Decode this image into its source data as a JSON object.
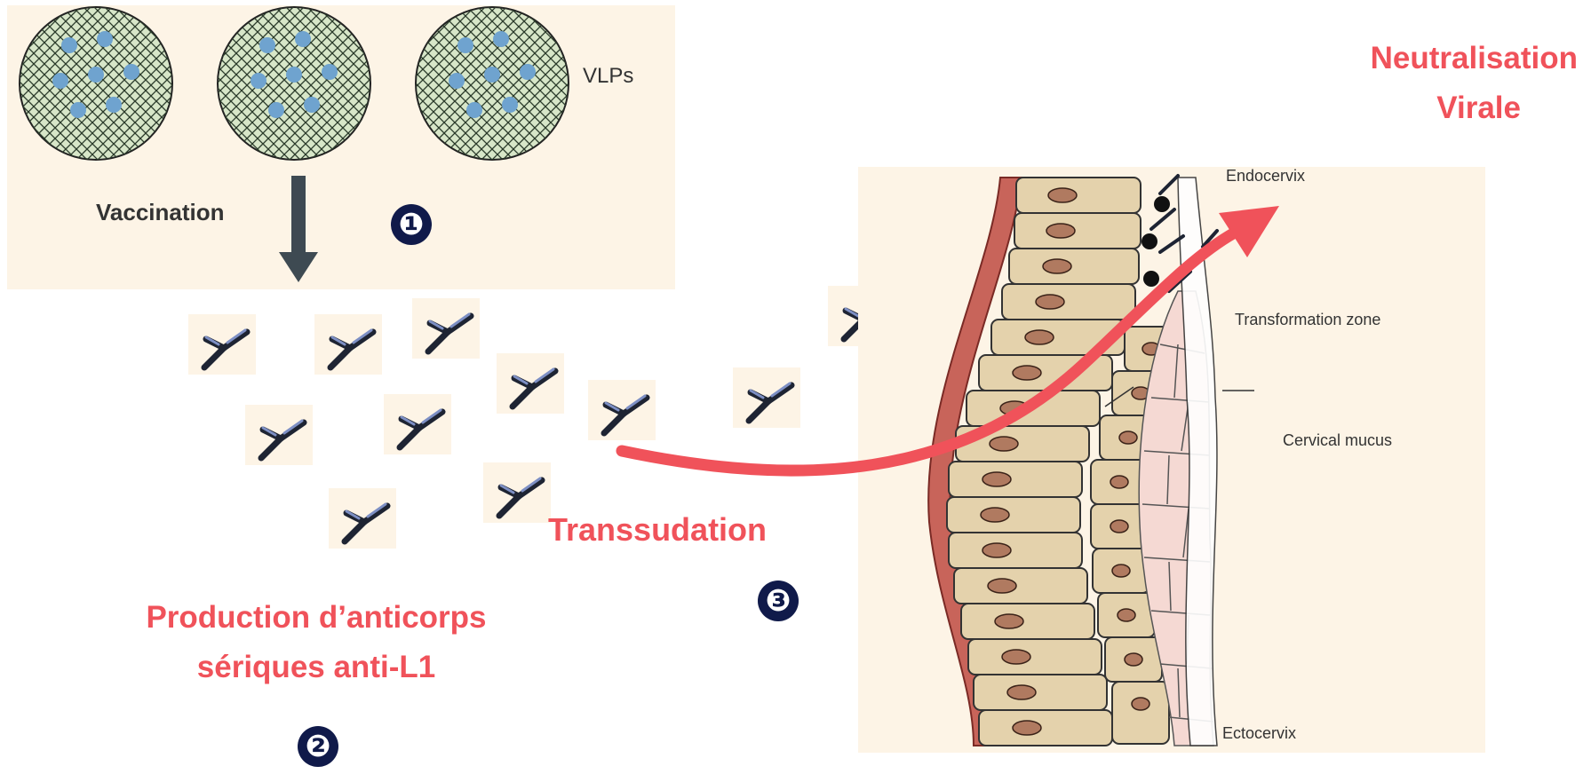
{
  "labels": {
    "vlps": "VLPs",
    "vaccination": "Vaccination",
    "transsudation": "Transsudation",
    "production_line1": "Production d’anticorps",
    "production_line2": "sériques anti-L1",
    "neutralisation_line1": "Neutralisation",
    "neutralisation_line2": "Virale",
    "endocervix": "Endocervix",
    "transformation_zone": "Transformation zone",
    "cervical_mucus": "Cervical mucus",
    "ectocervix": "Ectocervix"
  },
  "steps": [
    "❶",
    "❷",
    "❸"
  ],
  "colors": {
    "accent_red": "#f0525a",
    "badge_navy": "#101a4a",
    "panel_beige": "#fdf4e6",
    "vlp_green": "#d7e6c8",
    "antibody_blue": "#4a5a88",
    "tissue_tan": "#e0cda5"
  }
}
